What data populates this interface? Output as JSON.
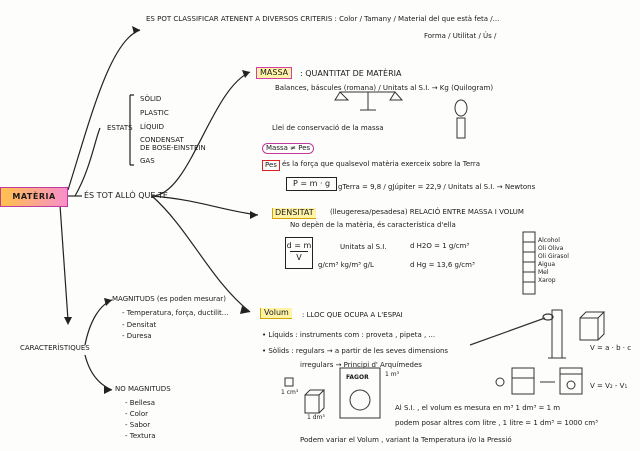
{
  "center": {
    "label": "MATÈRIA"
  },
  "top_branch": {
    "line1": "ES POT CLASSIFICAR ATENENT A DIVERSOS CRITERIS : Color / Tamany / Material del que està feta /...",
    "line2": "Forma / Utilitat / Ús /"
  },
  "estats": {
    "title": "ESTATS",
    "items": [
      "SÒLID",
      "PLASTIC",
      "LÍQUID",
      "CONDENSAT",
      "DE BOSE-EINSTEIN",
      "GAS"
    ]
  },
  "middle_branch": {
    "label": "ÉS TOT ALLÒ QUE TÉ"
  },
  "massa": {
    "title": "MASSA",
    "definition": ": QUANTITAT DE MATÈRIA",
    "instruments": "Balances, báscules (romana) / Unitats al S.I. → Kg (Quilogram)",
    "law": "Llei de conservació de la massa",
    "neq": "Massa ≠ Pes",
    "pes_label": "Pes",
    "pes_def": "és la força que qualsevol matèria exerceix sobre la Terra",
    "formula": "P = m · g",
    "gravity": "gTerra = 9,8 / gJúpiter = 22,9 / Unitats al S.I. → Newtons"
  },
  "densitat": {
    "title": "DENSITAT",
    "definition": "(lleugeresa/pesadesa) RELACIÓ ENTRE MASSA I VOLUM",
    "note": "No depèn de la matèria, és característica d'ella",
    "formula_top": "d = m",
    "formula_bottom": "V",
    "units_si": "Unitats al S.I.",
    "units": "g/cm³   kg/m³   g/L",
    "water": "d H2O = 1 g/cm³",
    "mercury": "d Hg = 13,6 g/cm³",
    "liquids": [
      "Alcohol",
      "Oli Oliva",
      "Oli Girasol",
      "Aigua",
      "Mel",
      "Xarop"
    ]
  },
  "volum": {
    "title": "Volum",
    "definition": ": LLOC QUE OCUPA A L'ESPAI",
    "liquids": "• Líquids : instruments com : proveta , pipeta , ...",
    "solids_1": "• Sòlids : regulars → a partir de les seves dimensions",
    "solids_2": "irregulars → Principi d' Arquímedes",
    "cube_formula": "V = a · b · c",
    "arch_formula": "V = V₂ - V₁",
    "si_text": "Al S.I. , el volum es mesura en  m³      1 dm³ = 1 m",
    "liters_text": "podem posar altres com litre ,   1 litre = 1 dm³ = 1000 cm³",
    "temp_text": "Podem variar el Volum , variant la Temperatura i/o la Pressió",
    "fridge": "FAGOR",
    "fridge_vol": "1 m³",
    "small_cube": "1 cm³",
    "box_label": "1 dm³"
  },
  "caracteristiques": {
    "title": "CARACTERÍSTIQUES",
    "magnituds_title": "MAGNITUDS (es poden mesurar)",
    "magnituds": [
      "- Temperatura, força, ductilit...",
      "- Densitat",
      "- Duresa"
    ],
    "no_magnituds_title": "NO MAGNITUDS",
    "no_magnituds": [
      "- Bellesa",
      "- Color",
      "- Sabor",
      "- Textura"
    ]
  }
}
